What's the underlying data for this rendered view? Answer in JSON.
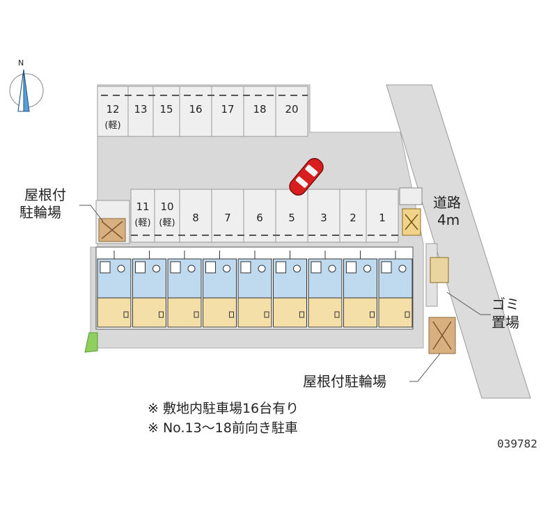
{
  "parking_back_row": [
    "12",
    "13",
    "15",
    "16",
    "17",
    "18",
    "20"
  ],
  "parking_back_row_sub": {
    "12": "(軽)"
  },
  "parking_front_row": [
    "11",
    "10",
    "8",
    "7",
    "6",
    "5",
    "3",
    "2",
    "1"
  ],
  "parking_front_row_sub": {
    "11": "(軽)",
    "10": "(軽)"
  },
  "labels": {
    "bike_left_1": "屋根付",
    "bike_left_2": "駐輪場",
    "road_1": "道路",
    "road_2": "4m",
    "garbage_1": "ゴミ",
    "garbage_2": "置場",
    "bike_bottom": "屋根付駐輪場",
    "compass_n": "N"
  },
  "notes": {
    "line1": "※ 敷地内駐車場16台有り",
    "line2": "※ No.13～18前向き駐車"
  },
  "property_code": "039782",
  "colors": {
    "lot": "#d9d9d9",
    "space": "#efefef",
    "building_top": "#bfd9ee",
    "building_bottom": "#f5dfa8",
    "road": "#dcdcdc",
    "green": "#8fcf60",
    "car": "#d81e1e",
    "bike": "#d8b080"
  }
}
